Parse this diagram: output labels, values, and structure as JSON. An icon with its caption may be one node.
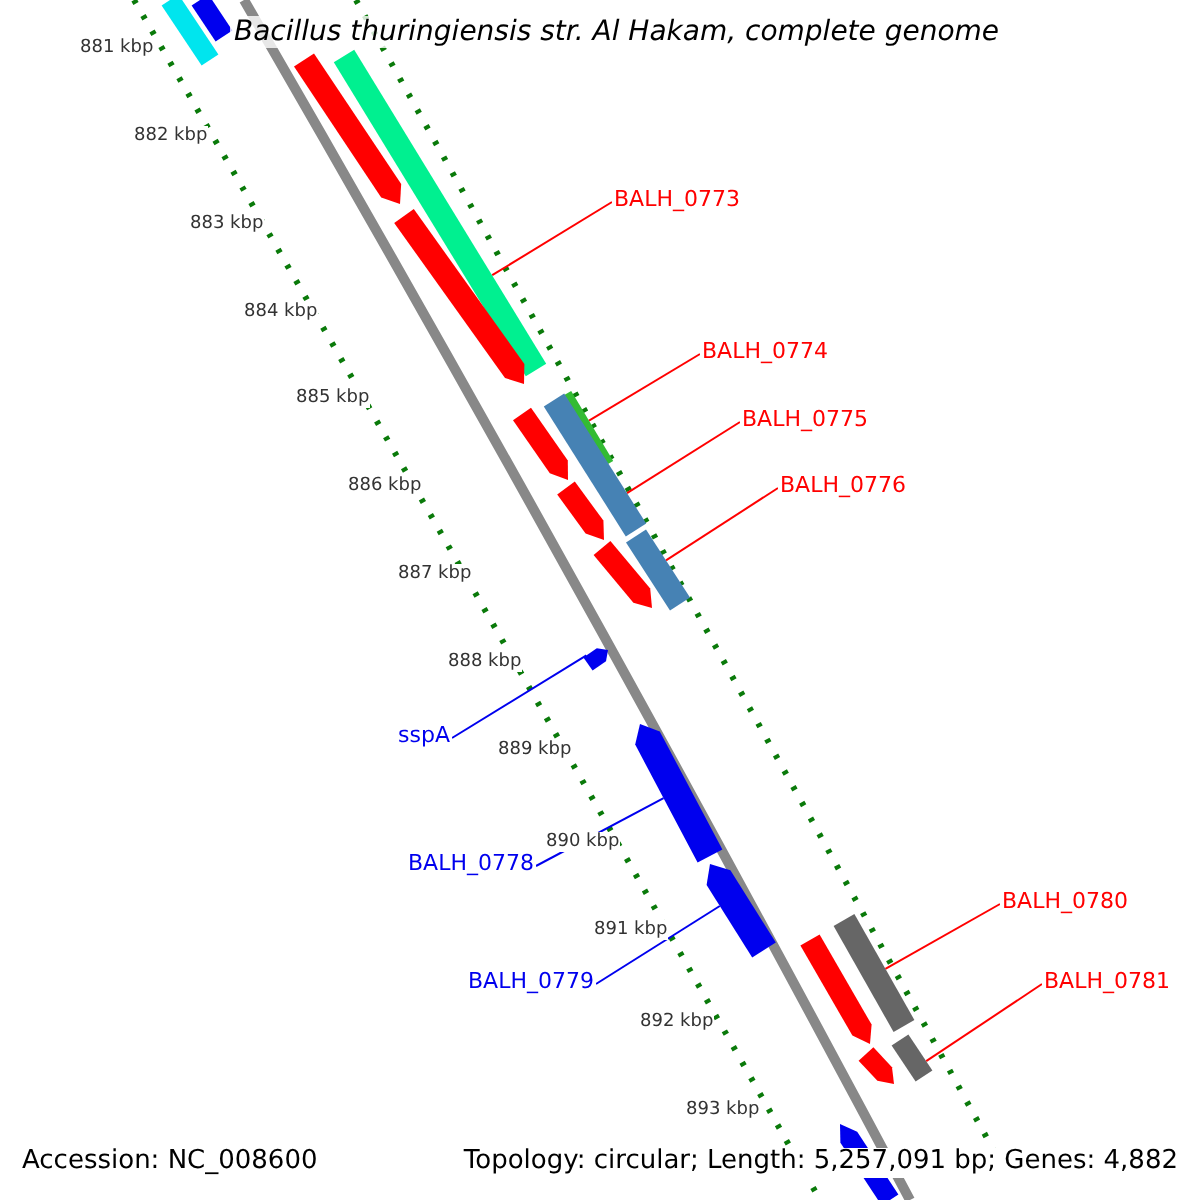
{
  "diagram": {
    "title": "Bacillus thuringiensis str. Al Hakam, complete genome",
    "nodes": [
      {
        "text": [
          "BALH_0773"
        ]
      },
      {
        "text": [
          "BALH_0774"
        ]
      },
      {
        "text": [
          "BALH_0775"
        ]
      },
      {
        "text": [
          "BALH_0776"
        ]
      },
      {
        "text": [
          "sspA"
        ]
      },
      {
        "text": [
          "BALH_0778"
        ]
      },
      {
        "text": [
          "BALH_0780"
        ]
      },
      {
        "text": [
          "BALH_0779"
        ]
      },
      {
        "text": [
          "BALH_0781"
        ]
      },
      {
        "text": [],
        "shape": "bar"
      },
      {
        "text": [],
        "shape": "bar"
      },
      {
        "text": [],
        "shape": "bar"
      },
      {
        "text": [],
        "shape": "bar"
      },
      {
        "text": [],
        "shape": "bar"
      },
      {
        "text": [],
        "shape": "bar"
      },
      {
        "text": [],
        "shape": "bar"
      },
      {
        "text": [],
        "shape": "bar"
      },
      {
        "text": [],
        "shape": "bar"
      },
      {
        "text": [],
        "shape": "bar"
      },
      {
        "text": [],
        "shape": "bar"
      },
      {
        "text": [],
        "shape": "bar"
      },
      {
        "text": [],
        "shape": "bar"
      },
      {
        "text": [],
        "shape": "bar"
      },
      {
        "text": [],
        "shape": "bar"
      },
      {
        "text": [],
        "shape": "bar"
      },
      {
        "text": [],
        "shape": "bar"
      },
      {
        "text": [],
        "shape": "bar"
      },
      {
        "text": [],
        "shape": "bar"
      }
    ],
    "edges": [
      {
        "from": 0,
        "to": 9,
        "arrow": "none"
      },
      {
        "from": 1,
        "to": 10,
        "arrow": "none"
      },
      {
        "from": 2,
        "to": 11,
        "arrow": "none"
      },
      {
        "from": 3,
        "to": 12,
        "arrow": "none"
      },
      {
        "from": 4,
        "to": 13,
        "arrow": "none",
        "color": "#0000ee"
      },
      {
        "from": 5,
        "to": 14,
        "arrow": "none",
        "color": "#0000ee"
      },
      {
        "from": 6,
        "to": 15,
        "arrow": "none"
      },
      {
        "from": 7,
        "to": 16,
        "arrow": "none",
        "color": "#0000ee"
      },
      {
        "from": 8,
        "to": 17,
        "arrow": "none"
      }
    ],
    "labels": [
      "881 kbp",
      "882 kbp",
      "883 kbp",
      "884 kbp",
      "885 kbp",
      "886 kbp",
      "887 kbp",
      "888 kbp",
      "889 kbp",
      "890 kbp",
      "891 kbp",
      "892 kbp",
      "893 kbp",
      "Accession: NC_008600",
      "Topology: circular; Length: 5,257,091 bp; Genes: 4,882"
    ]
  }
}
